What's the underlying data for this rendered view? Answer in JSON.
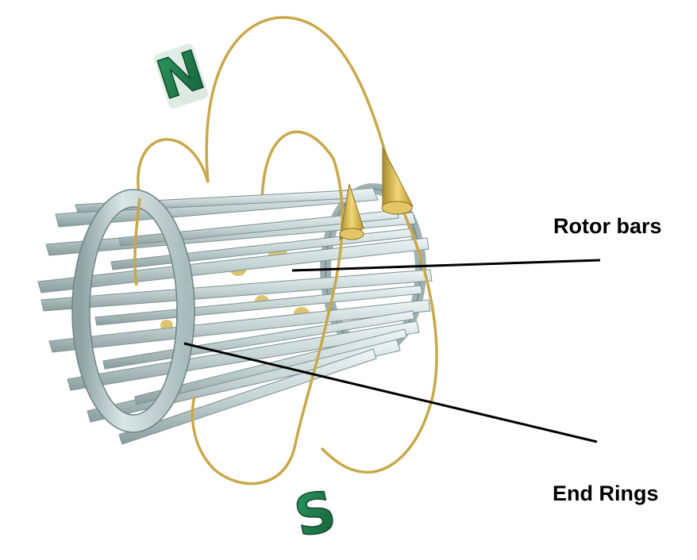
{
  "diagram": {
    "subject": "squirrel-cage-rotor",
    "labels": {
      "rotor_bars": "Rotor bars",
      "end_rings": "End Rings"
    },
    "poles": {
      "north": "N",
      "south": "S"
    },
    "colors": {
      "background": "#ffffff",
      "rotor_metal": "#c9d6d6",
      "rotor_shadow": "#7e9192",
      "field_line": "#c8a84a",
      "pole_green": "#1d7a4a",
      "leader_line": "#000000"
    }
  }
}
